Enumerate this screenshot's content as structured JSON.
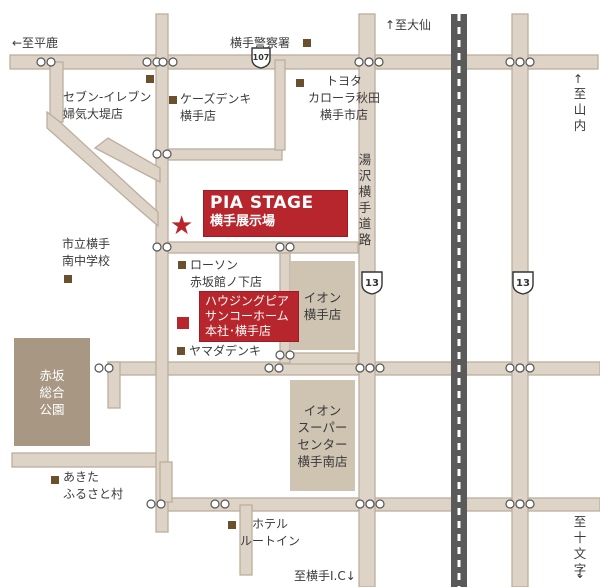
{
  "directions": {
    "west": "←至平鹿",
    "north": "↑至大仙",
    "east_top": "↑",
    "east_label": "至山内",
    "south_label": "至十文字",
    "south_arrow": "↓",
    "ic": "至横手I.C↓"
  },
  "route_numbers": {
    "top": "107",
    "mid": "13",
    "right": "13"
  },
  "road_name": "湯沢横手道路",
  "landmarks": {
    "police": "横手警察署",
    "seven": "セブン-イレブン\n婦気大堤店",
    "ks": "ケーズデンキ\n横手店",
    "toyota": "トヨタ\nカローラ秋田\n横手市店",
    "school": "市立横手\n南中学校",
    "lawson": "ローソン\n赤坂館ノ下店",
    "yamada": "ヤマダデンキ",
    "akita": "あきた\nふるさと村",
    "hotel": "ホテル\nルートイン"
  },
  "blocks": {
    "park": "赤坂\n総合\n公園",
    "aeon": "イオン\n横手店",
    "aeon_super": "イオン\nスーパー\nセンター\n横手南店"
  },
  "highlight": {
    "pia_title": "PIA STAGE",
    "pia_sub": "横手展示場",
    "hz_1": "ハウジングピア",
    "hz_2": "サンコーホーム",
    "hz_3": "本社･横手店"
  },
  "colors": {
    "road": "#ddd3c6",
    "road_edge": "#bcae9d",
    "block": "#cfc3b2",
    "park": "#a89883",
    "accent": "#b8262d",
    "marker": "#6b5030"
  }
}
